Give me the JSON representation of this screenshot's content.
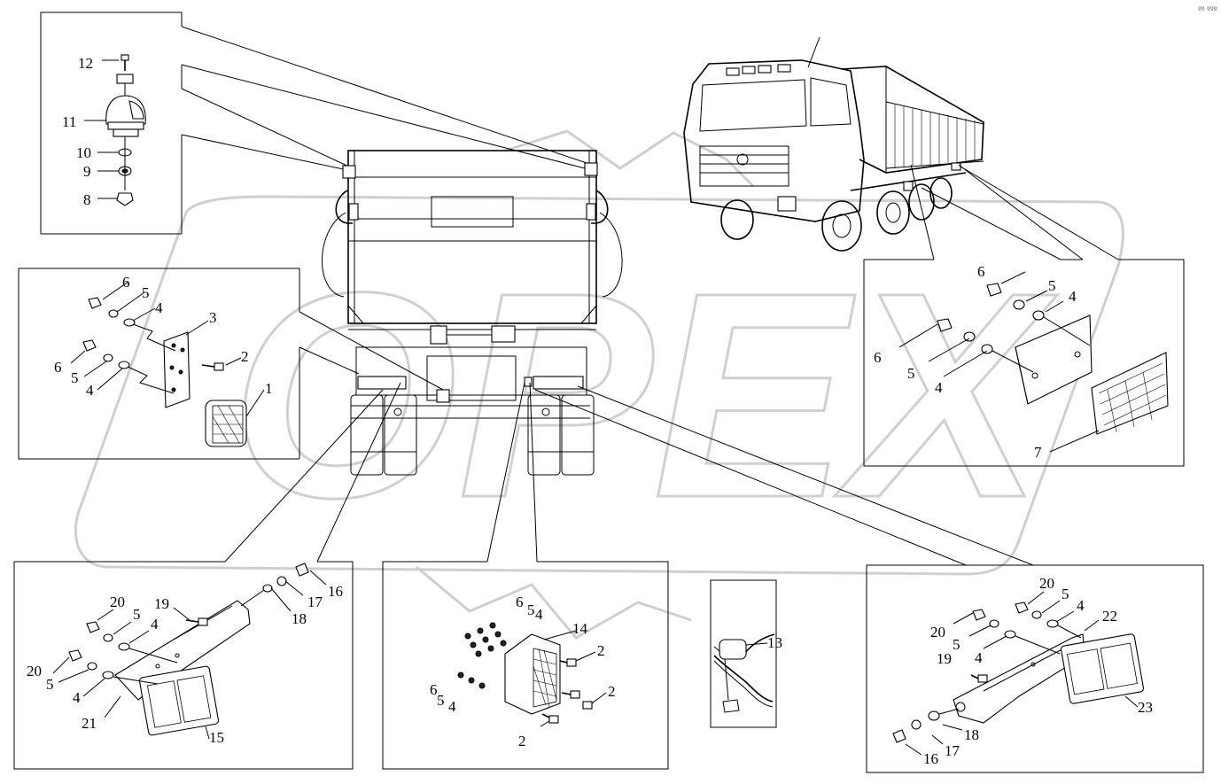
{
  "corner_mark": "ºº ººº",
  "watermark": "OPEX",
  "callouts": {
    "top_left": [
      "12",
      "11",
      "10",
      "9",
      "8"
    ],
    "left_middle": [
      "6",
      "5",
      "4",
      "3",
      "2",
      "6",
      "5",
      "4",
      "1"
    ],
    "right_middle": [
      "6",
      "5",
      "4",
      "6",
      "5",
      "4",
      "7"
    ],
    "bottom_left": [
      "20",
      "5",
      "4",
      "19",
      "16",
      "17",
      "18",
      "20",
      "5",
      "4",
      "21",
      "15"
    ],
    "bottom_center": [
      "6",
      "5",
      "4",
      "14",
      "2",
      "6",
      "5",
      "4",
      "2",
      "2"
    ],
    "bottom_small": [
      "13"
    ],
    "bottom_right": [
      "20",
      "5",
      "4",
      "22",
      "20",
      "5",
      "4",
      "19",
      "23",
      "18",
      "17",
      "16"
    ]
  }
}
